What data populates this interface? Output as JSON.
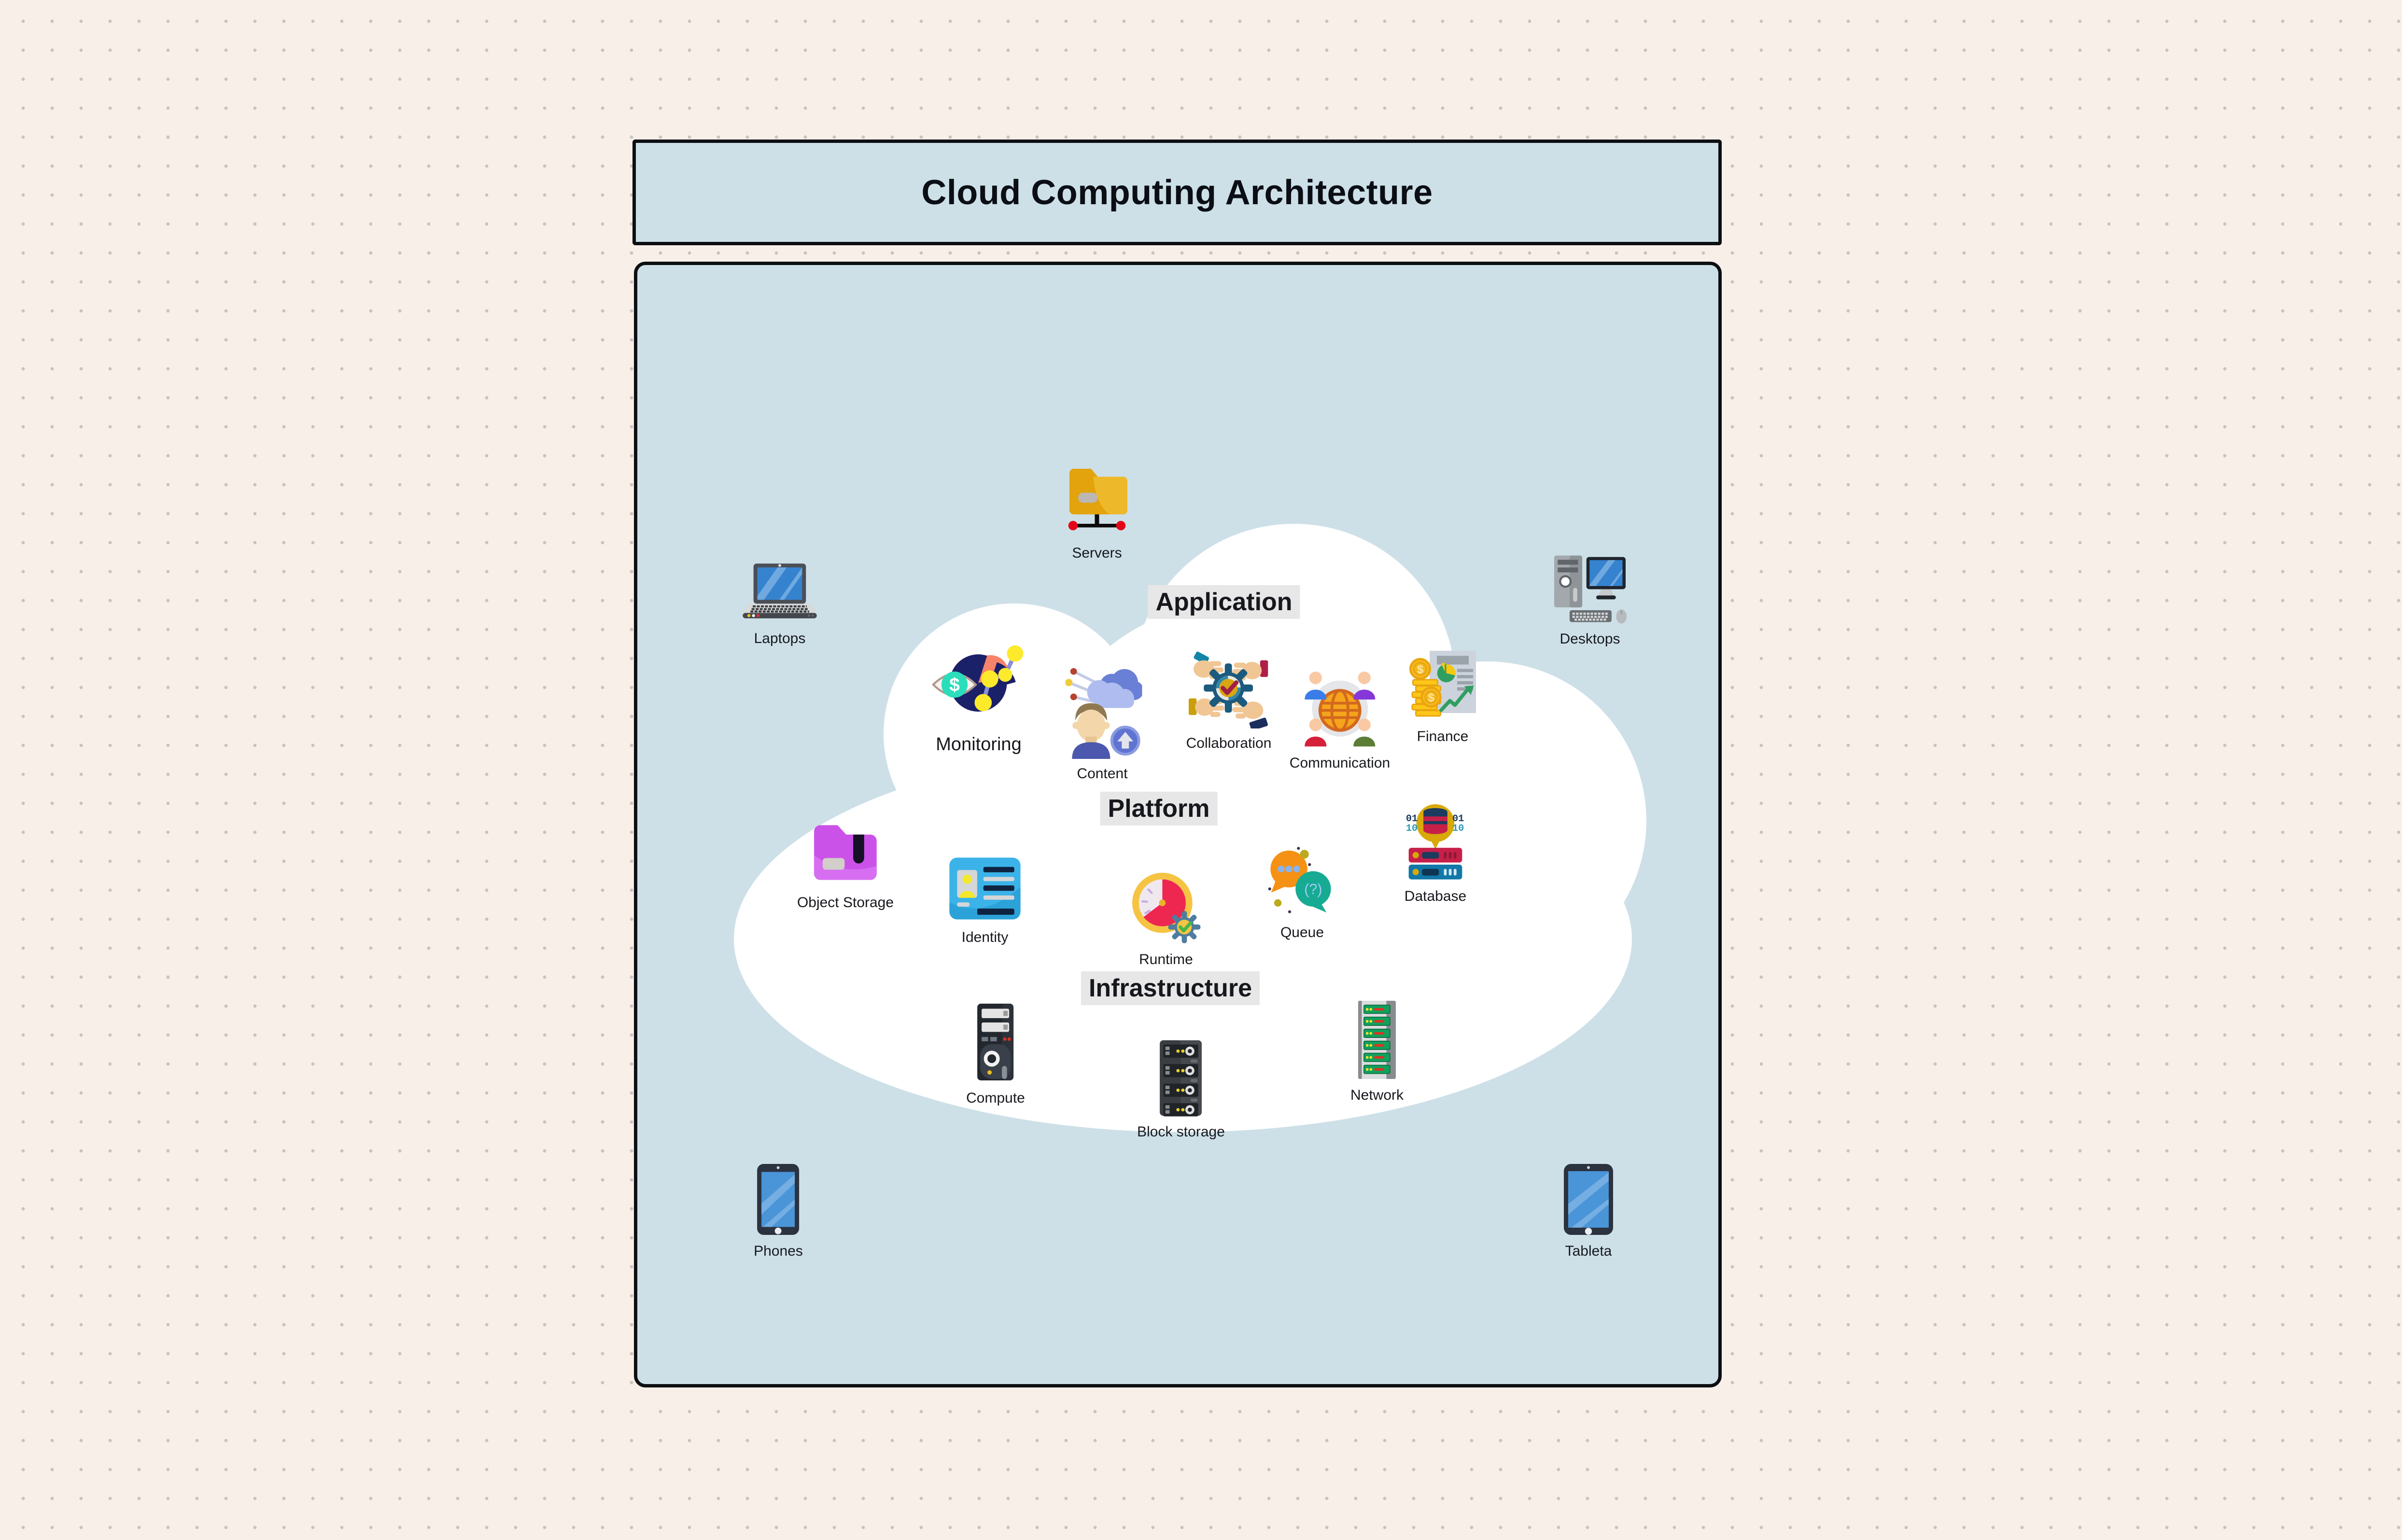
{
  "title": "Cloud Computing Architecture",
  "sections": {
    "application": {
      "label": "Application"
    },
    "platform": {
      "label": "Platform"
    },
    "infrastructure": {
      "label": "Infrastructure"
    }
  },
  "nodes": {
    "servers": {
      "label": "Servers",
      "icon": "folder-network-icon"
    },
    "laptops": {
      "label": "Laptops",
      "icon": "laptop-icon"
    },
    "desktops": {
      "label": "Desktops",
      "icon": "desktop-computer-icon"
    },
    "phones": {
      "label": "Phones",
      "icon": "smartphone-icon"
    },
    "tableta": {
      "label": "Tableta",
      "icon": "tablet-icon"
    },
    "monitoring": {
      "label": "Monitoring",
      "icon": "monitoring-eye-chart-icon",
      "icon_text": {
        "dollar": "$"
      }
    },
    "content": {
      "label": "Content",
      "icon": "content-user-cloud-upload-icon"
    },
    "collaboration": {
      "label": "Collaboration",
      "icon": "collaboration-hands-gear-icon"
    },
    "communication": {
      "label": "Communication",
      "icon": "communication-globe-people-icon"
    },
    "finance": {
      "label": "Finance",
      "icon": "finance-report-coins-icon",
      "icon_text": {
        "coin1": "$",
        "coin2": "$"
      }
    },
    "object_storage": {
      "label": "Object Storage",
      "icon": "object-storage-folder-icon"
    },
    "identity": {
      "label": "Identity",
      "icon": "identity-card-icon"
    },
    "runtime": {
      "label": "Runtime",
      "icon": "runtime-timer-gear-icon"
    },
    "queue": {
      "label": "Queue",
      "icon": "queue-chat-bubbles-icon",
      "icon_text": {
        "question": "(?)"
      }
    },
    "database": {
      "label": "Database",
      "icon": "database-servers-icon",
      "icon_text": {
        "tl": "01",
        "bl": "10",
        "tr": "01",
        "br": "10"
      }
    },
    "compute": {
      "label": "Compute",
      "icon": "compute-tower-icon"
    },
    "block_storage": {
      "label": "Block storage",
      "icon": "block-storage-rack-icon"
    },
    "network": {
      "label": "Network",
      "icon": "network-rack-icon"
    }
  },
  "colors": {
    "page_background": "#f9efe9",
    "grid_dot": "#c9c3bf",
    "panel_fill": "#cde0e8",
    "panel_border": "#0d0f12",
    "cloud_fill": "#ffffff",
    "section_label_background": "#e7e7e7",
    "text": "#16181d"
  }
}
